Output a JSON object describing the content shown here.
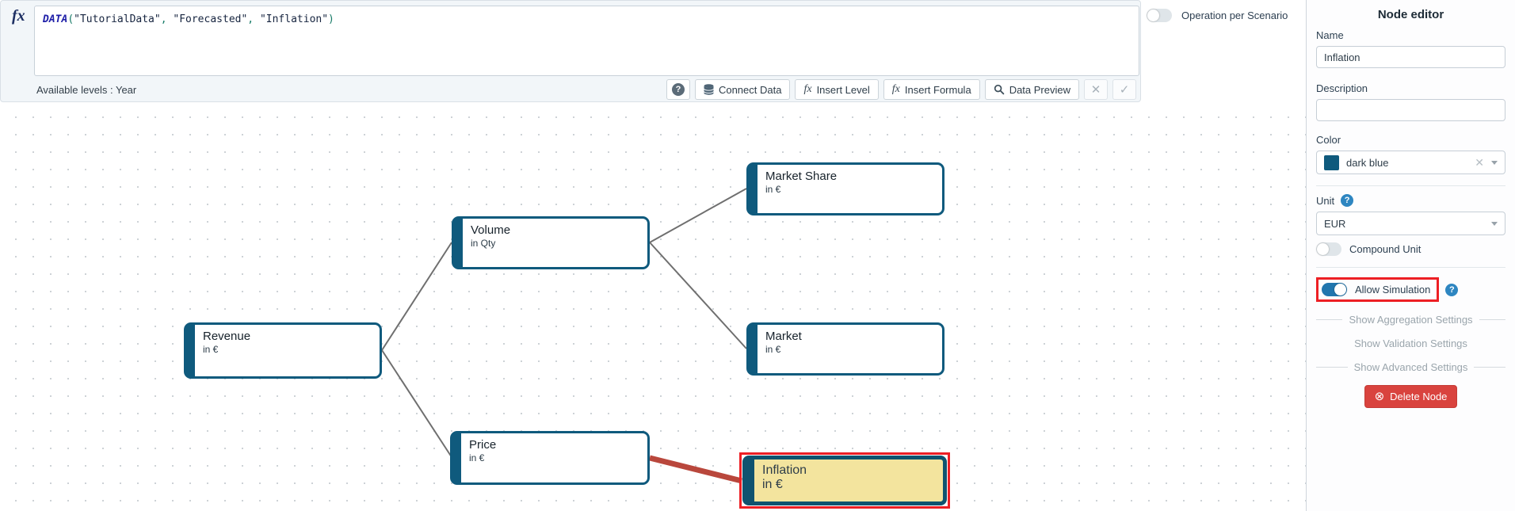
{
  "formula_bar": {
    "fx_label": "fx",
    "tokens": [
      {
        "text": "DATA",
        "type": "keyword"
      },
      {
        "text": "(",
        "type": "punct"
      },
      {
        "text": "\"TutorialData\"",
        "type": "string"
      },
      {
        "text": ", ",
        "type": "punct"
      },
      {
        "text": "\"Forecasted\"",
        "type": "string"
      },
      {
        "text": ", ",
        "type": "punct"
      },
      {
        "text": "\"Inflation\"",
        "type": "string"
      },
      {
        "text": ")",
        "type": "punct"
      }
    ],
    "available_levels": "Available levels : Year",
    "buttons": {
      "help_icon": "?",
      "connect_data": "Connect Data",
      "fx_prefix": "fx",
      "insert_level": "Insert Level",
      "insert_formula": "Insert Formula",
      "data_preview": "Data Preview",
      "cancel_icon": "✕",
      "confirm_icon": "✓"
    }
  },
  "scenario_toggle": {
    "label": "Operation per Scenario",
    "enabled": false
  },
  "canvas": {
    "nodes": [
      {
        "title": "Market Share",
        "subtitle": "in €",
        "state": "normal"
      },
      {
        "title": "Volume",
        "subtitle": "in Qty",
        "state": "normal"
      },
      {
        "title": "Revenue",
        "subtitle": "in €",
        "state": "normal"
      },
      {
        "title": "Market",
        "subtitle": "in €",
        "state": "normal"
      },
      {
        "title": "Price",
        "subtitle": "in €",
        "state": "normal"
      },
      {
        "title": "Inflation",
        "subtitle": "in €",
        "state": "selected-highlighted"
      }
    ]
  },
  "node_editor": {
    "title": "Node editor",
    "name_label": "Name",
    "name_value": "Inflation",
    "description_label": "Description",
    "description_value": "",
    "color_label": "Color",
    "color_value": "dark blue",
    "color_swatch": "#0f5a7d",
    "color_clear_icon": "✕",
    "unit_label": "Unit",
    "unit_help_icon": "?",
    "unit_value": "EUR",
    "compound_unit_label": "Compound Unit",
    "allow_simulation_label": "Allow Simulation",
    "allow_simulation_help_icon": "?",
    "sections": {
      "aggregation": "Show Aggregation Settings",
      "validation": "Show Validation Settings",
      "advanced": "Show Advanced Settings"
    },
    "delete_icon": "⊗",
    "delete_label": "Delete Node"
  },
  "colors": {
    "node_border_blue": "#0f5a7d",
    "selected_node_fill": "#f3e49e",
    "highlight_red": "#ed1f24",
    "edge_red": "#b9473c",
    "edge_gray": "#6f6f6f",
    "toggle_on_blue": "#2176ae",
    "delete_button_red": "#d9433e"
  }
}
